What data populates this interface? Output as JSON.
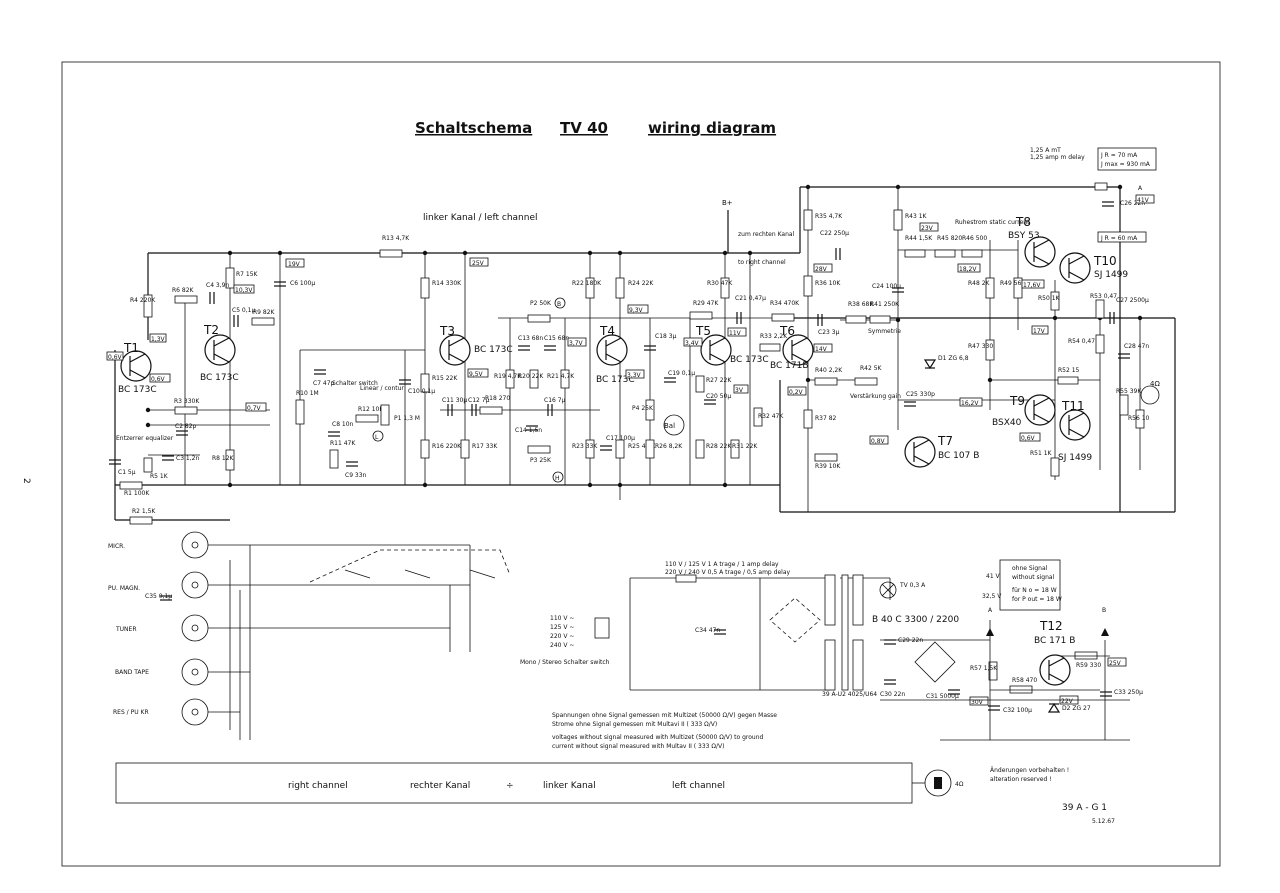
{
  "title": {
    "schaltschema": "Schaltschema",
    "model": "TV 40",
    "wiring": "wiring diagram"
  },
  "left_channel_header": "linker Kanal / left channel",
  "bottom_bar": {
    "right_channel": "right channel",
    "rechter_kanal": "rechter Kanal",
    "separator": "÷",
    "linker_kanal": "linker Kanal",
    "left_channel": "left channel"
  },
  "page_number": "2",
  "footer": {
    "change_note_de": "Änderungen vorbehalten !",
    "change_note_en": "alteration reserved !",
    "doc_code": "39 A - G 1",
    "date": "5.12.67"
  },
  "fuse_note": {
    "line1": "1,25 A mT",
    "line2": "1,25 amp m delay",
    "jr": "J R = 70 mA",
    "jmax": "J max = 930 mA",
    "jr2": "J R = 60 mA"
  },
  "measurement_notes": [
    "Spannungen ohne Signal gemessen mit Multizet (50000 Ω/V) gegen Masse",
    "Strome ohne Signal gemessen mit Multavi II ( 333 Ω/V)",
    "voltages without signal measured with Multizet (50000 Ω/V) to ground",
    "current without signal measured with Multav II ( 333 Ω/V)"
  ],
  "inputs": [
    "MICR.",
    "PU. MAGN.",
    "TUNER",
    "BAND TAPE",
    "RES / PU KR"
  ],
  "transistors": [
    {
      "ref": "T1",
      "type": "BC 173C"
    },
    {
      "ref": "T2",
      "type": "BC 173C"
    },
    {
      "ref": "T3",
      "type": "BC 173C"
    },
    {
      "ref": "T4",
      "type": "BC 173C"
    },
    {
      "ref": "T5",
      "type": "BC 173C"
    },
    {
      "ref": "T6",
      "type": "BC 171B"
    },
    {
      "ref": "T7",
      "type": "BC 107 B"
    },
    {
      "ref": "T8",
      "type": "BSY 53"
    },
    {
      "ref": "T9",
      "type": "BSX40"
    },
    {
      "ref": "T10",
      "type": "SJ 1499"
    },
    {
      "ref": "T11",
      "type": "SJ 1499"
    },
    {
      "ref": "T12",
      "type": "BC 171 B"
    }
  ],
  "voltages": [
    "0,6V",
    "1,3V",
    "0,6V",
    "10,3V",
    "19V",
    "25V",
    "9,5V",
    "0,7V",
    "3,7V",
    "3,3V",
    "9,3V",
    "3,4V",
    "11V",
    "3V",
    "14V",
    "0,2V",
    "0,8V",
    "16,2V",
    "28V",
    "18,2V",
    "23V",
    "17,6V",
    "17V",
    "0,6V",
    "41V",
    "30V",
    "22V",
    "25V"
  ],
  "components": {
    "r1": "R1 100K",
    "r2": "R2 1,5K",
    "r3": "R3 330K",
    "r4": "R4 220K",
    "r5": "R5 1K",
    "r6": "R6 82K",
    "r7": "R7 15K",
    "r8": "R8 12K",
    "r9": "R9 82K",
    "r10": "R10 1M",
    "r11": "R11 47K",
    "r12": "R12 10K",
    "r13": "R13 4,7K",
    "r14": "R14 330K",
    "r15": "R15 22K",
    "r16": "R16 220K",
    "r17": "R17 33K",
    "r18": "R18 270",
    "r19": "R19 4,7K",
    "r20": "R20 22K",
    "r21": "R21 4,7K",
    "r22": "R22 180K",
    "r23": "R23 33K",
    "r24": "R24 22K",
    "r25": "R25 4,7K",
    "r26": "R26 8,2K",
    "r27": "R27 22K",
    "r28": "R28 22K",
    "r29": "R29 47K",
    "r30": "R30 47K",
    "r31": "R31 22K",
    "r32": "R32 47K",
    "r33": "R33 2,2K",
    "r34": "R34 470K",
    "r35": "R35 4,7K",
    "r36": "R36 10K",
    "r37": "R37 82",
    "r38": "R38 68K",
    "r39": "R39 10K",
    "r40": "R40 2,2K",
    "r41": "R41 250K",
    "r42": "R42 5K",
    "r43": "R43 1K",
    "r44": "R44 1,5K",
    "r45": "R45 820",
    "r46": "R46 500",
    "r47": "R47 330",
    "r48": "R48 2K",
    "r49": "R49 560",
    "r50": "R50 1K",
    "r51": "R51 1K",
    "r52": "R52 15",
    "r53": "R53 0,47",
    "r54": "R54 0,47",
    "r55": "R55 39K",
    "r56": "R56 10",
    "r57": "R57 1,5K",
    "r58": "R58 470",
    "r59": "R59 330",
    "c1": "C1 5µ",
    "c2": "C2 82p",
    "c3": "C3 1,2n",
    "c4": "C4 3,9n",
    "c5": "C5 0,1µ",
    "c6": "C6 100µ",
    "c7": "C7 47p",
    "c8": "C8 10n",
    "c9": "C9 33n",
    "c10": "C10 0,1µ",
    "c11": "C11 30µ",
    "c12": "C12 7µ",
    "c13": "C13 68n",
    "c14": "C14 1,5n",
    "c15": "C15 68n",
    "c16": "C16 7µ",
    "c17": "C17 100µ",
    "c18": "C18 3µ",
    "c19": "C19 0,1µ",
    "c20": "C20 50µ",
    "c21": "C21 0,47µ",
    "c22": "C22 250µ",
    "c23": "C23 3µ",
    "c24": "C24 100µ",
    "c25": "C25 330p",
    "c26": "C26 22n",
    "c27": "C27 2500µ",
    "c28": "C28 47n",
    "c29": "C29 22n",
    "c30": "C30 22n",
    "c31": "C31 5000µ",
    "c32": "C32 100µ",
    "c33": "C33 250µ",
    "c34": "C34 47n",
    "c35": "C35 0,1µ",
    "p1": "P1 1,3 M",
    "p2": "P2 50K",
    "p3": "P3 25K",
    "p4": "P4 25K",
    "d1": "D1 ZG 6,8",
    "d2": "D2 ZG 27"
  },
  "labels": {
    "entzerrer": "Entzerrer equalizer",
    "schalter": "Schalter switch",
    "linear": "Linear / contur",
    "zum_rechten": "zum rechten Kanal",
    "to_right": "to right channel",
    "ruhestrom": "Ruhestrom static current",
    "symmetrie": "Symmetrie",
    "verstaerkung": "Verstärkung gain",
    "bal": "Bal",
    "b_plus": "B+",
    "mono_stereo": "Mono / Stereo Schalter switch",
    "mains_voltages": [
      "110 V ~",
      "125 V ~",
      "220 V ~",
      "240 V ~"
    ],
    "fuse_mains1": "110 V / 125 V 1 A trage / 1 amp delay",
    "fuse_mains2": "220 V / 240 V 0,5 A trage / 0,5 amp delay",
    "lamp": "TV 0,3 A",
    "rectifier": "B 40 C 3300 / 2200",
    "transformer": "39 A-U2 4025/U64",
    "no_signal_de": "ohne Signal",
    "no_signal_en": "without signal",
    "for_n": "für N o = 18 W",
    "for_p": "for P out = 18 W",
    "v41": "41 V",
    "v325": "32,5 V",
    "a": "A",
    "b": "B",
    "ohm4": "4Ω",
    "ohm4b": "4Ω",
    "bal_marker": "B",
    "h_marker": "H",
    "l_marker": "L"
  }
}
